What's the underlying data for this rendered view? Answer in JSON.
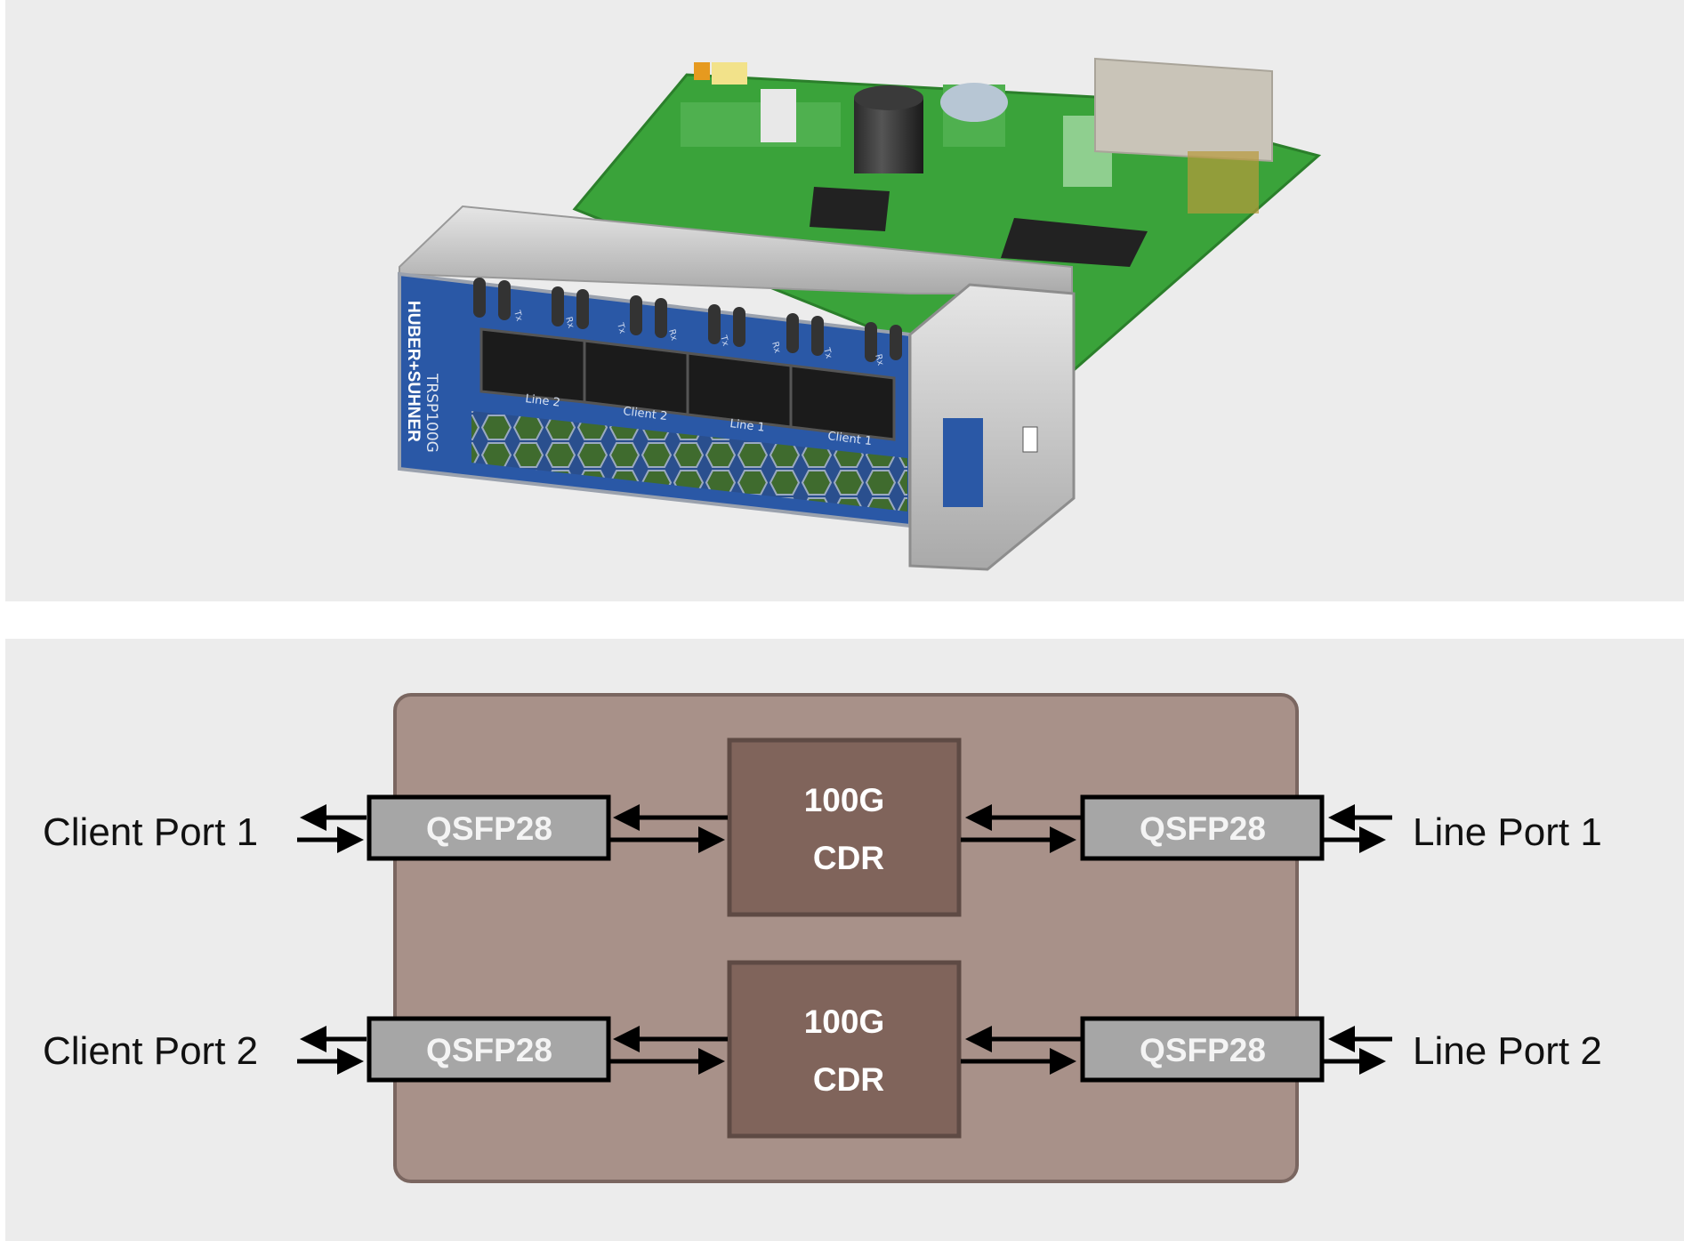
{
  "product_photo": {
    "brand_logo": "HUBER+SUHNER",
    "model": "TRSP100G",
    "ports": [
      "Line 2",
      "Client 2",
      "Line 1",
      "Client 1"
    ],
    "tx_label": "Tx",
    "rx_label": "Rx"
  },
  "block_diagram": {
    "left_labels": [
      "Client Port 1",
      "Client Port 2"
    ],
    "right_labels": [
      "Line Port 1",
      "Line Port 2"
    ],
    "module_label": "QSFP28",
    "cdr_line1": "100G",
    "cdr_line2": "CDR",
    "colors": {
      "background": "#ececec",
      "enclosure": "#a89189",
      "enclosure_border": "#7a6660",
      "cdr": "#80645b",
      "cdr_border": "#5e4a44",
      "module": "#a6a6a6",
      "arrow": "#000000"
    }
  }
}
